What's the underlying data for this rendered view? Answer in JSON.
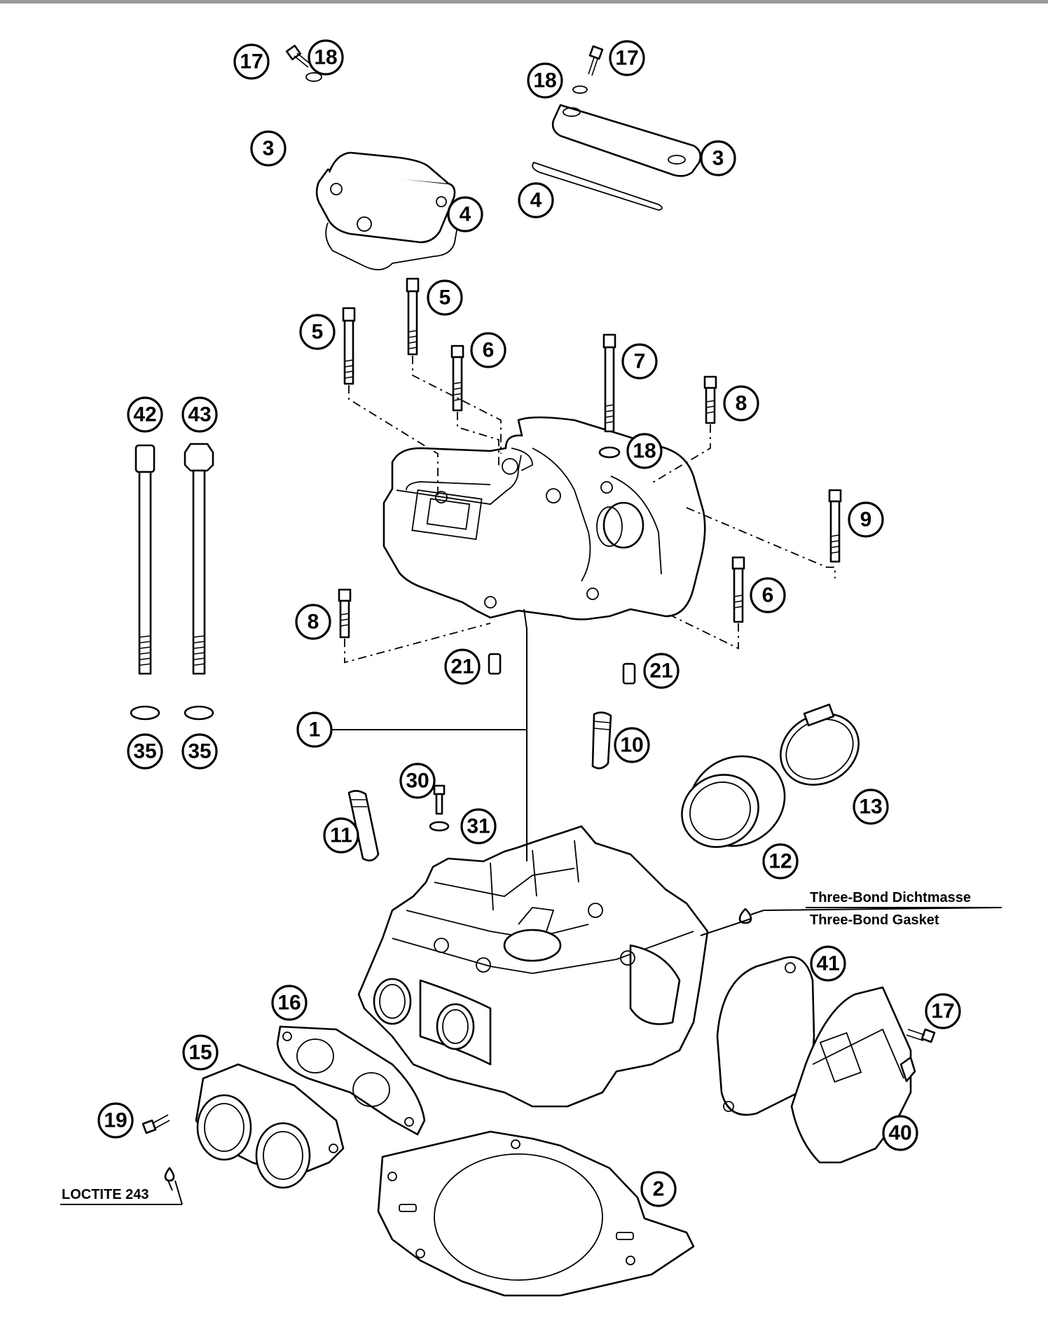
{
  "colors": {
    "line": "#000000",
    "background": "#ffffff",
    "top_rule": "#9a9a9a"
  },
  "callouts": [
    {
      "id": "c17a",
      "label": "17"
    },
    {
      "id": "c18a",
      "label": "18"
    },
    {
      "id": "c3a",
      "label": "3"
    },
    {
      "id": "c4a",
      "label": "4"
    },
    {
      "id": "c17b",
      "label": "17"
    },
    {
      "id": "c18b",
      "label": "18"
    },
    {
      "id": "c3b",
      "label": "3"
    },
    {
      "id": "c4b",
      "label": "4"
    },
    {
      "id": "c5a",
      "label": "5"
    },
    {
      "id": "c5b",
      "label": "5"
    },
    {
      "id": "c6a",
      "label": "6"
    },
    {
      "id": "c7",
      "label": "7"
    },
    {
      "id": "c8a",
      "label": "8"
    },
    {
      "id": "c18c",
      "label": "18"
    },
    {
      "id": "c9",
      "label": "9"
    },
    {
      "id": "c6b",
      "label": "6"
    },
    {
      "id": "c8b",
      "label": "8"
    },
    {
      "id": "c21a",
      "label": "21"
    },
    {
      "id": "c21b",
      "label": "21"
    },
    {
      "id": "c42",
      "label": "42"
    },
    {
      "id": "c43",
      "label": "43"
    },
    {
      "id": "c35a",
      "label": "35"
    },
    {
      "id": "c35b",
      "label": "35"
    },
    {
      "id": "c1",
      "label": "1"
    },
    {
      "id": "c10",
      "label": "10"
    },
    {
      "id": "c13",
      "label": "13"
    },
    {
      "id": "c12",
      "label": "12"
    },
    {
      "id": "c30",
      "label": "30"
    },
    {
      "id": "c11",
      "label": "11"
    },
    {
      "id": "c31",
      "label": "31"
    },
    {
      "id": "c41",
      "label": "41"
    },
    {
      "id": "c17c",
      "label": "17"
    },
    {
      "id": "c16",
      "label": "16"
    },
    {
      "id": "c15",
      "label": "15"
    },
    {
      "id": "c19",
      "label": "19"
    },
    {
      "id": "c40",
      "label": "40"
    },
    {
      "id": "c2",
      "label": "2"
    }
  ],
  "notes": {
    "three_bond_de": "Three-Bond Dichtmasse",
    "three_bond_en": "Three-Bond Gasket",
    "loctite": "LOCTITE 243"
  }
}
